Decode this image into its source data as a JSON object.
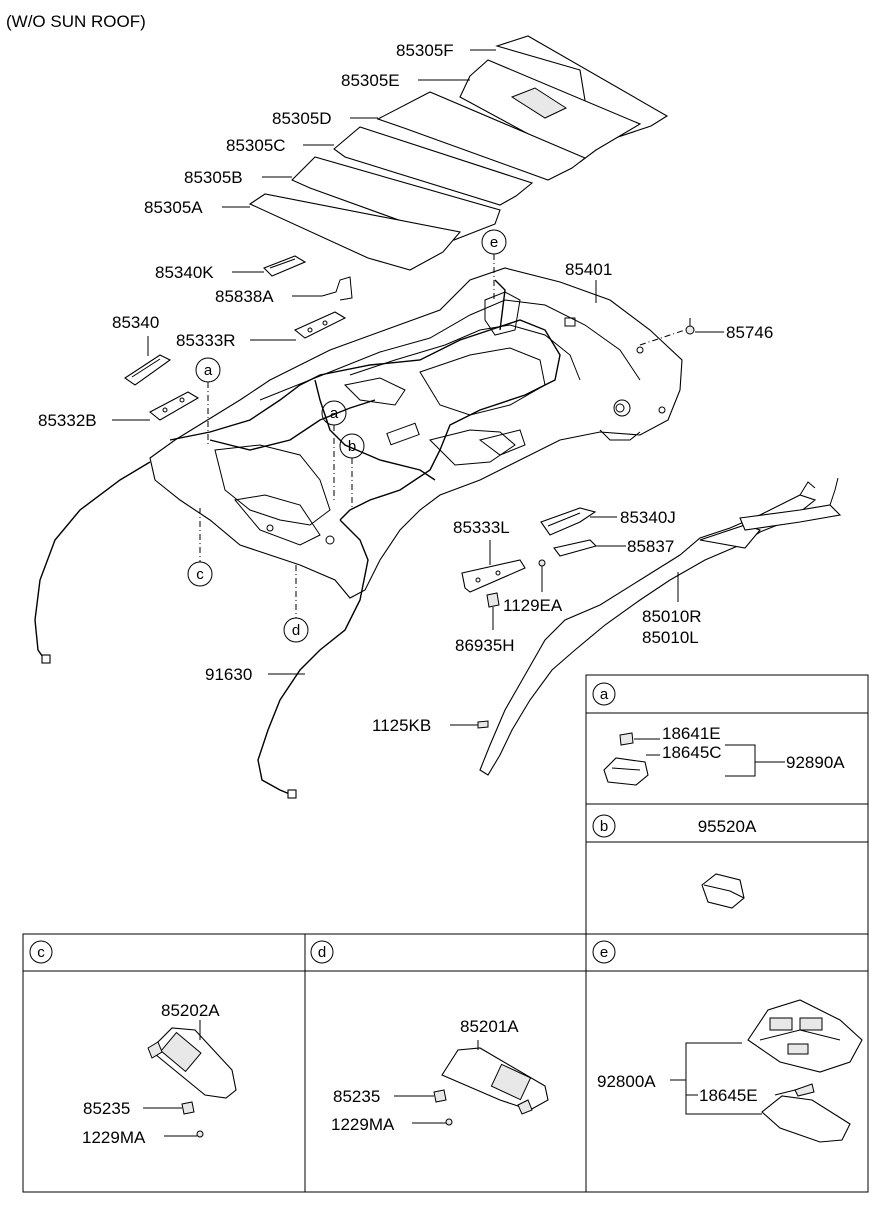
{
  "title": "(W/O SUN ROOF)",
  "labels": {
    "p85305F": "85305F",
    "p85305E": "85305E",
    "p85305D": "85305D",
    "p85305C": "85305C",
    "p85305B": "85305B",
    "p85305A": "85305A",
    "p85340K": "85340K",
    "p85838A": "85838A",
    "p85340": "85340",
    "p85333R": "85333R",
    "p85332B": "85332B",
    "p85401": "85401",
    "p85746": "85746",
    "p85333L": "85333L",
    "p85340J": "85340J",
    "p85837": "85837",
    "p1129EA": "1129EA",
    "p86935H": "86935H",
    "p85010R": "85010R",
    "p85010L": "85010L",
    "p91630": "91630",
    "p1125KB": "1125KB"
  },
  "callouts": {
    "a1": "a",
    "a2": "a",
    "b": "b",
    "c": "c",
    "d": "d",
    "e": "e"
  },
  "panels": {
    "a": {
      "letter": "a",
      "p18641E": "18641E",
      "p18645C": "18645C",
      "p92890A": "92890A"
    },
    "b": {
      "letter": "b",
      "p95520A": "95520A"
    },
    "c": {
      "letter": "c",
      "p85202A": "85202A",
      "p85235": "85235",
      "p1229MA": "1229MA"
    },
    "d": {
      "letter": "d",
      "p85201A": "85201A",
      "p85235": "85235",
      "p1229MA": "1229MA"
    },
    "e": {
      "letter": "e",
      "p92800A": "92800A",
      "p18645E": "18645E"
    }
  }
}
